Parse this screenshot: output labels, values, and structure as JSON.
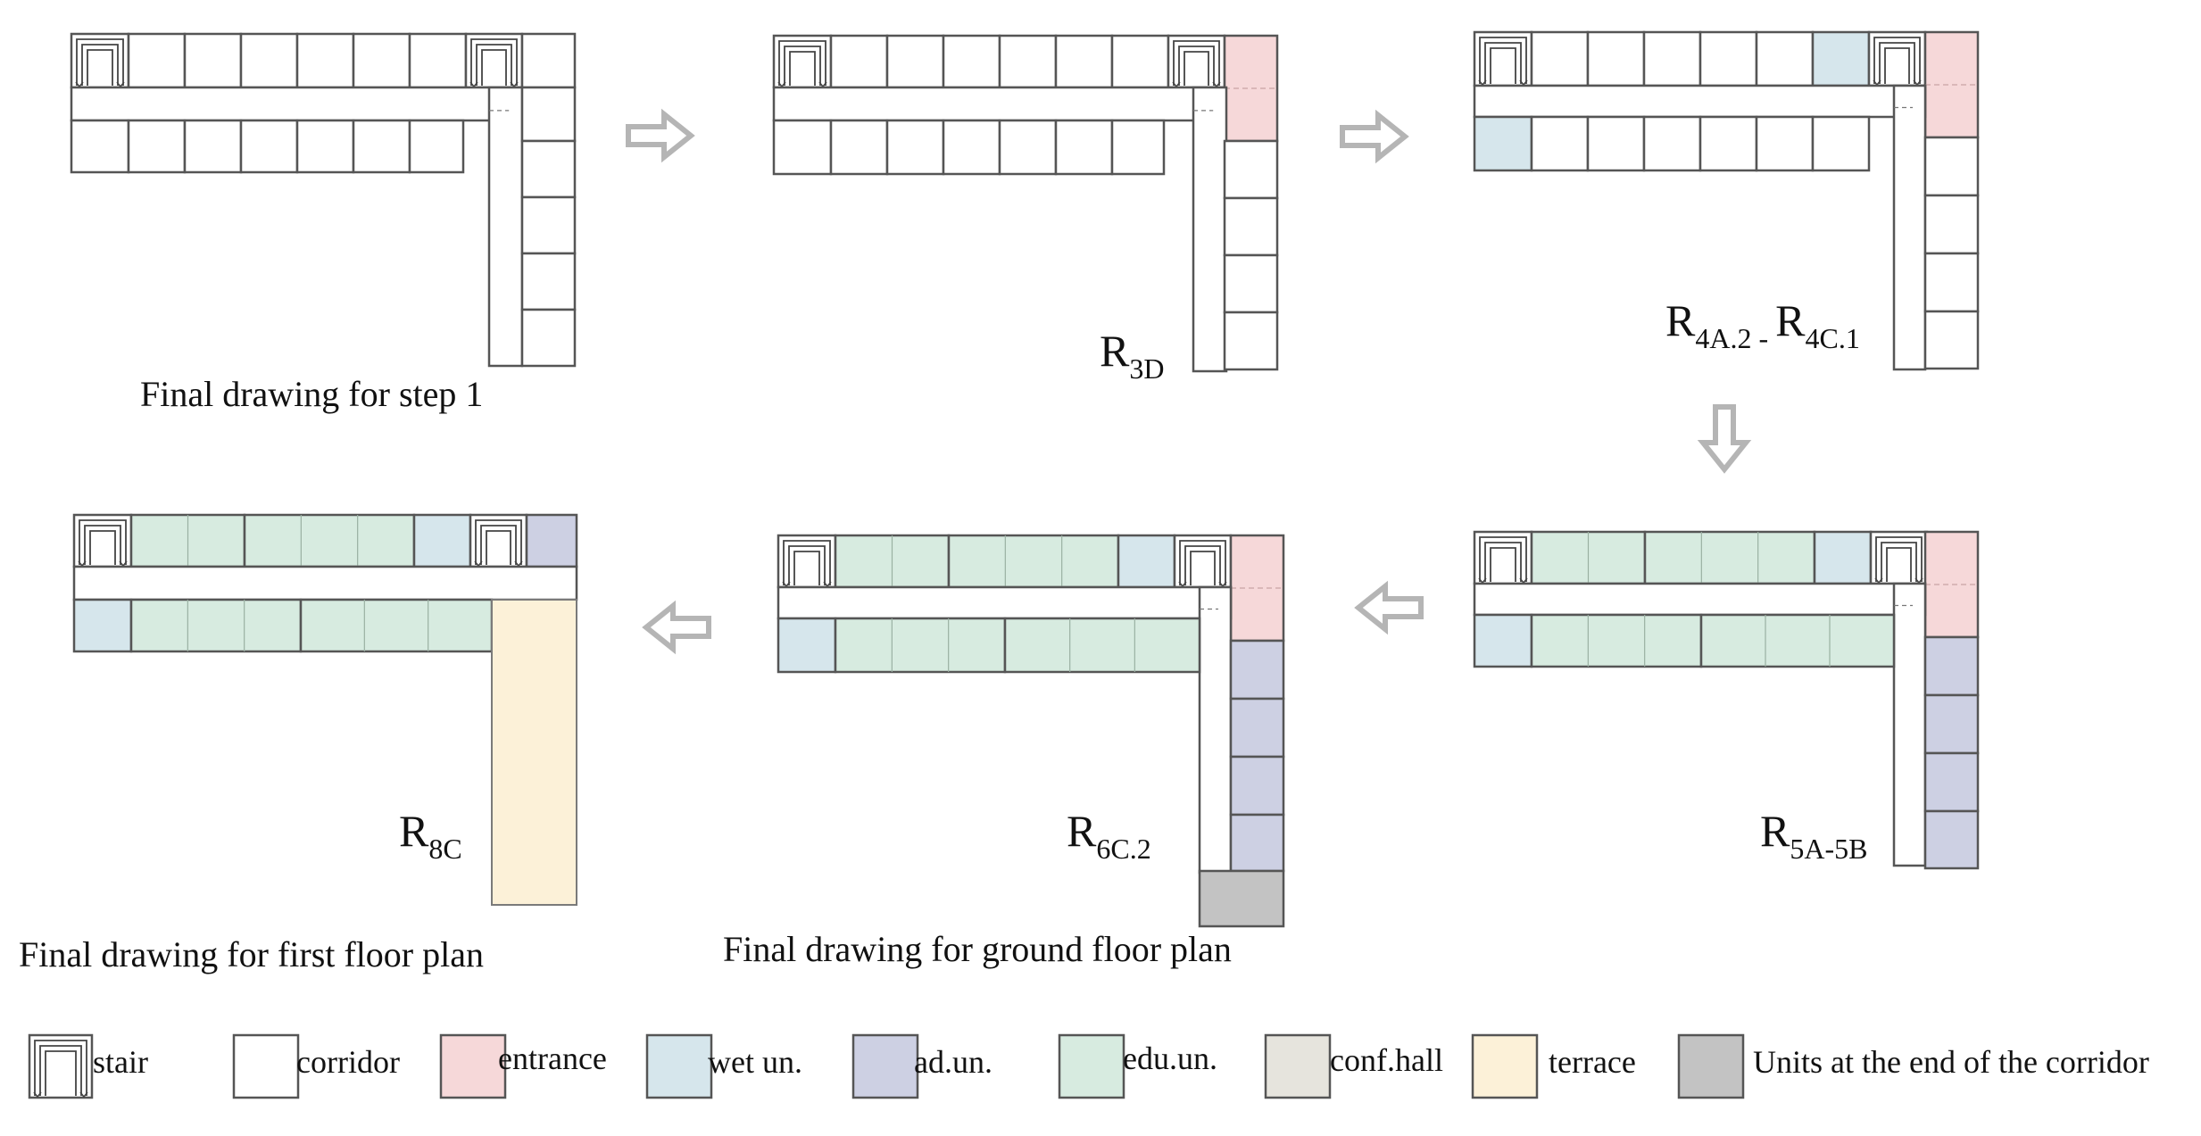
{
  "captions": {
    "step1": "Final drawing for step 1",
    "ground": "Final drawing for ground floor plan",
    "first": "Final drawing for first floor plan"
  },
  "rule_labels": {
    "r3d": {
      "main": "R",
      "sub": "3D"
    },
    "r4": {
      "main1": "R",
      "sub1": "4A.2 - ",
      "main2": "R",
      "sub2": "4C.1"
    },
    "r5": {
      "main": "R",
      "sub": "5A-5B"
    },
    "r6": {
      "main": "R",
      "sub": "6C.2"
    },
    "r8": {
      "main": "R",
      "sub": "8C"
    }
  },
  "legend": {
    "stair": "stair",
    "corridor": "corridor",
    "entrance": "entrance",
    "wet": "wet un.",
    "admin": "ad.un.",
    "edu": "edu.un.",
    "conf": "conf.hall",
    "terrace": "terrace",
    "end_units": "Units at the end of the corridor"
  },
  "colors": {
    "corridor": "#ffffff",
    "entrance": "#f6d8d9",
    "wet": "#d6e6ec",
    "admin": "#cdd0e3",
    "edu": "#d7ebe0",
    "conf": "#e6e4dd",
    "terrace": "#fcf1d8",
    "end_units": "#c3c3c3",
    "stroke": "#555555",
    "arrow": "#b5b5b5"
  }
}
